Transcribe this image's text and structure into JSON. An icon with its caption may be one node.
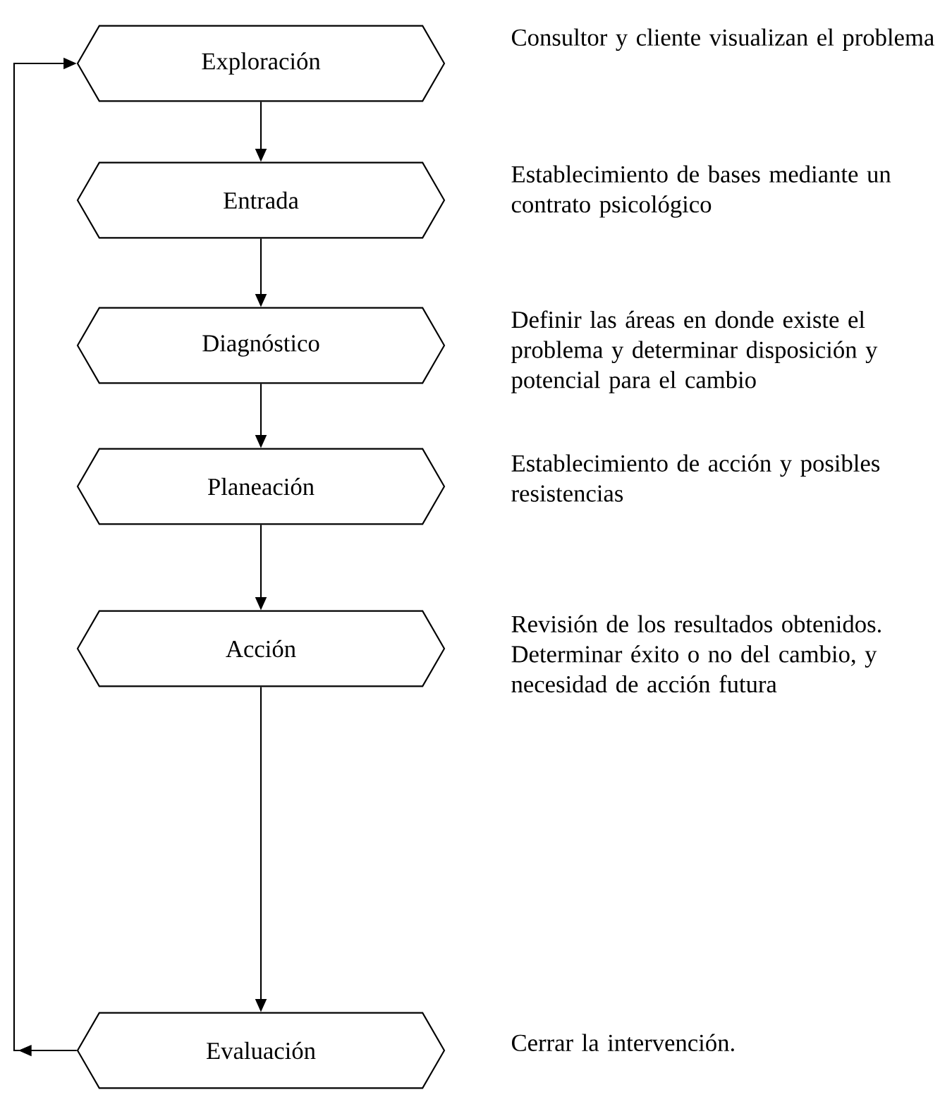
{
  "diagram": {
    "nodes": [
      {
        "text": [
          "Exploración"
        ],
        "beside": [
          "Consultor y cliente visualizan el problema"
        ]
      },
      {
        "text": [
          "Entrada"
        ],
        "beside": [
          "Establecimiento de bases mediante un contrato psicológico"
        ]
      },
      {
        "text": [
          "Diagnóstico"
        ],
        "beside": [
          "Definir las áreas en donde existe el problema y determinar disposición y potencial para el cambio"
        ]
      },
      {
        "text": [
          "Planeación"
        ],
        "beside": [
          "Establecimiento de acción y posibles resistencias"
        ]
      },
      {
        "text": [
          "Acción"
        ],
        "beside": [
          "Revisión de los resultados obtenidos.  Determinar éxito o no del cambio, y necesidad de acción futura"
        ]
      },
      {
        "text": [
          "Evaluación"
        ],
        "beside": [
          "Cerrar la intervención."
        ]
      }
    ],
    "edges": [
      {
        "from": 0,
        "to": 1,
        "arrow": "to"
      },
      {
        "from": 1,
        "to": 2,
        "arrow": "to"
      },
      {
        "from": 2,
        "to": 3,
        "arrow": "to"
      },
      {
        "from": 3,
        "to": 4,
        "arrow": "to"
      },
      {
        "from": 4,
        "to": 5,
        "arrow": "to"
      },
      {
        "from": 5,
        "to": 0,
        "arrow": "to"
      }
    ]
  }
}
